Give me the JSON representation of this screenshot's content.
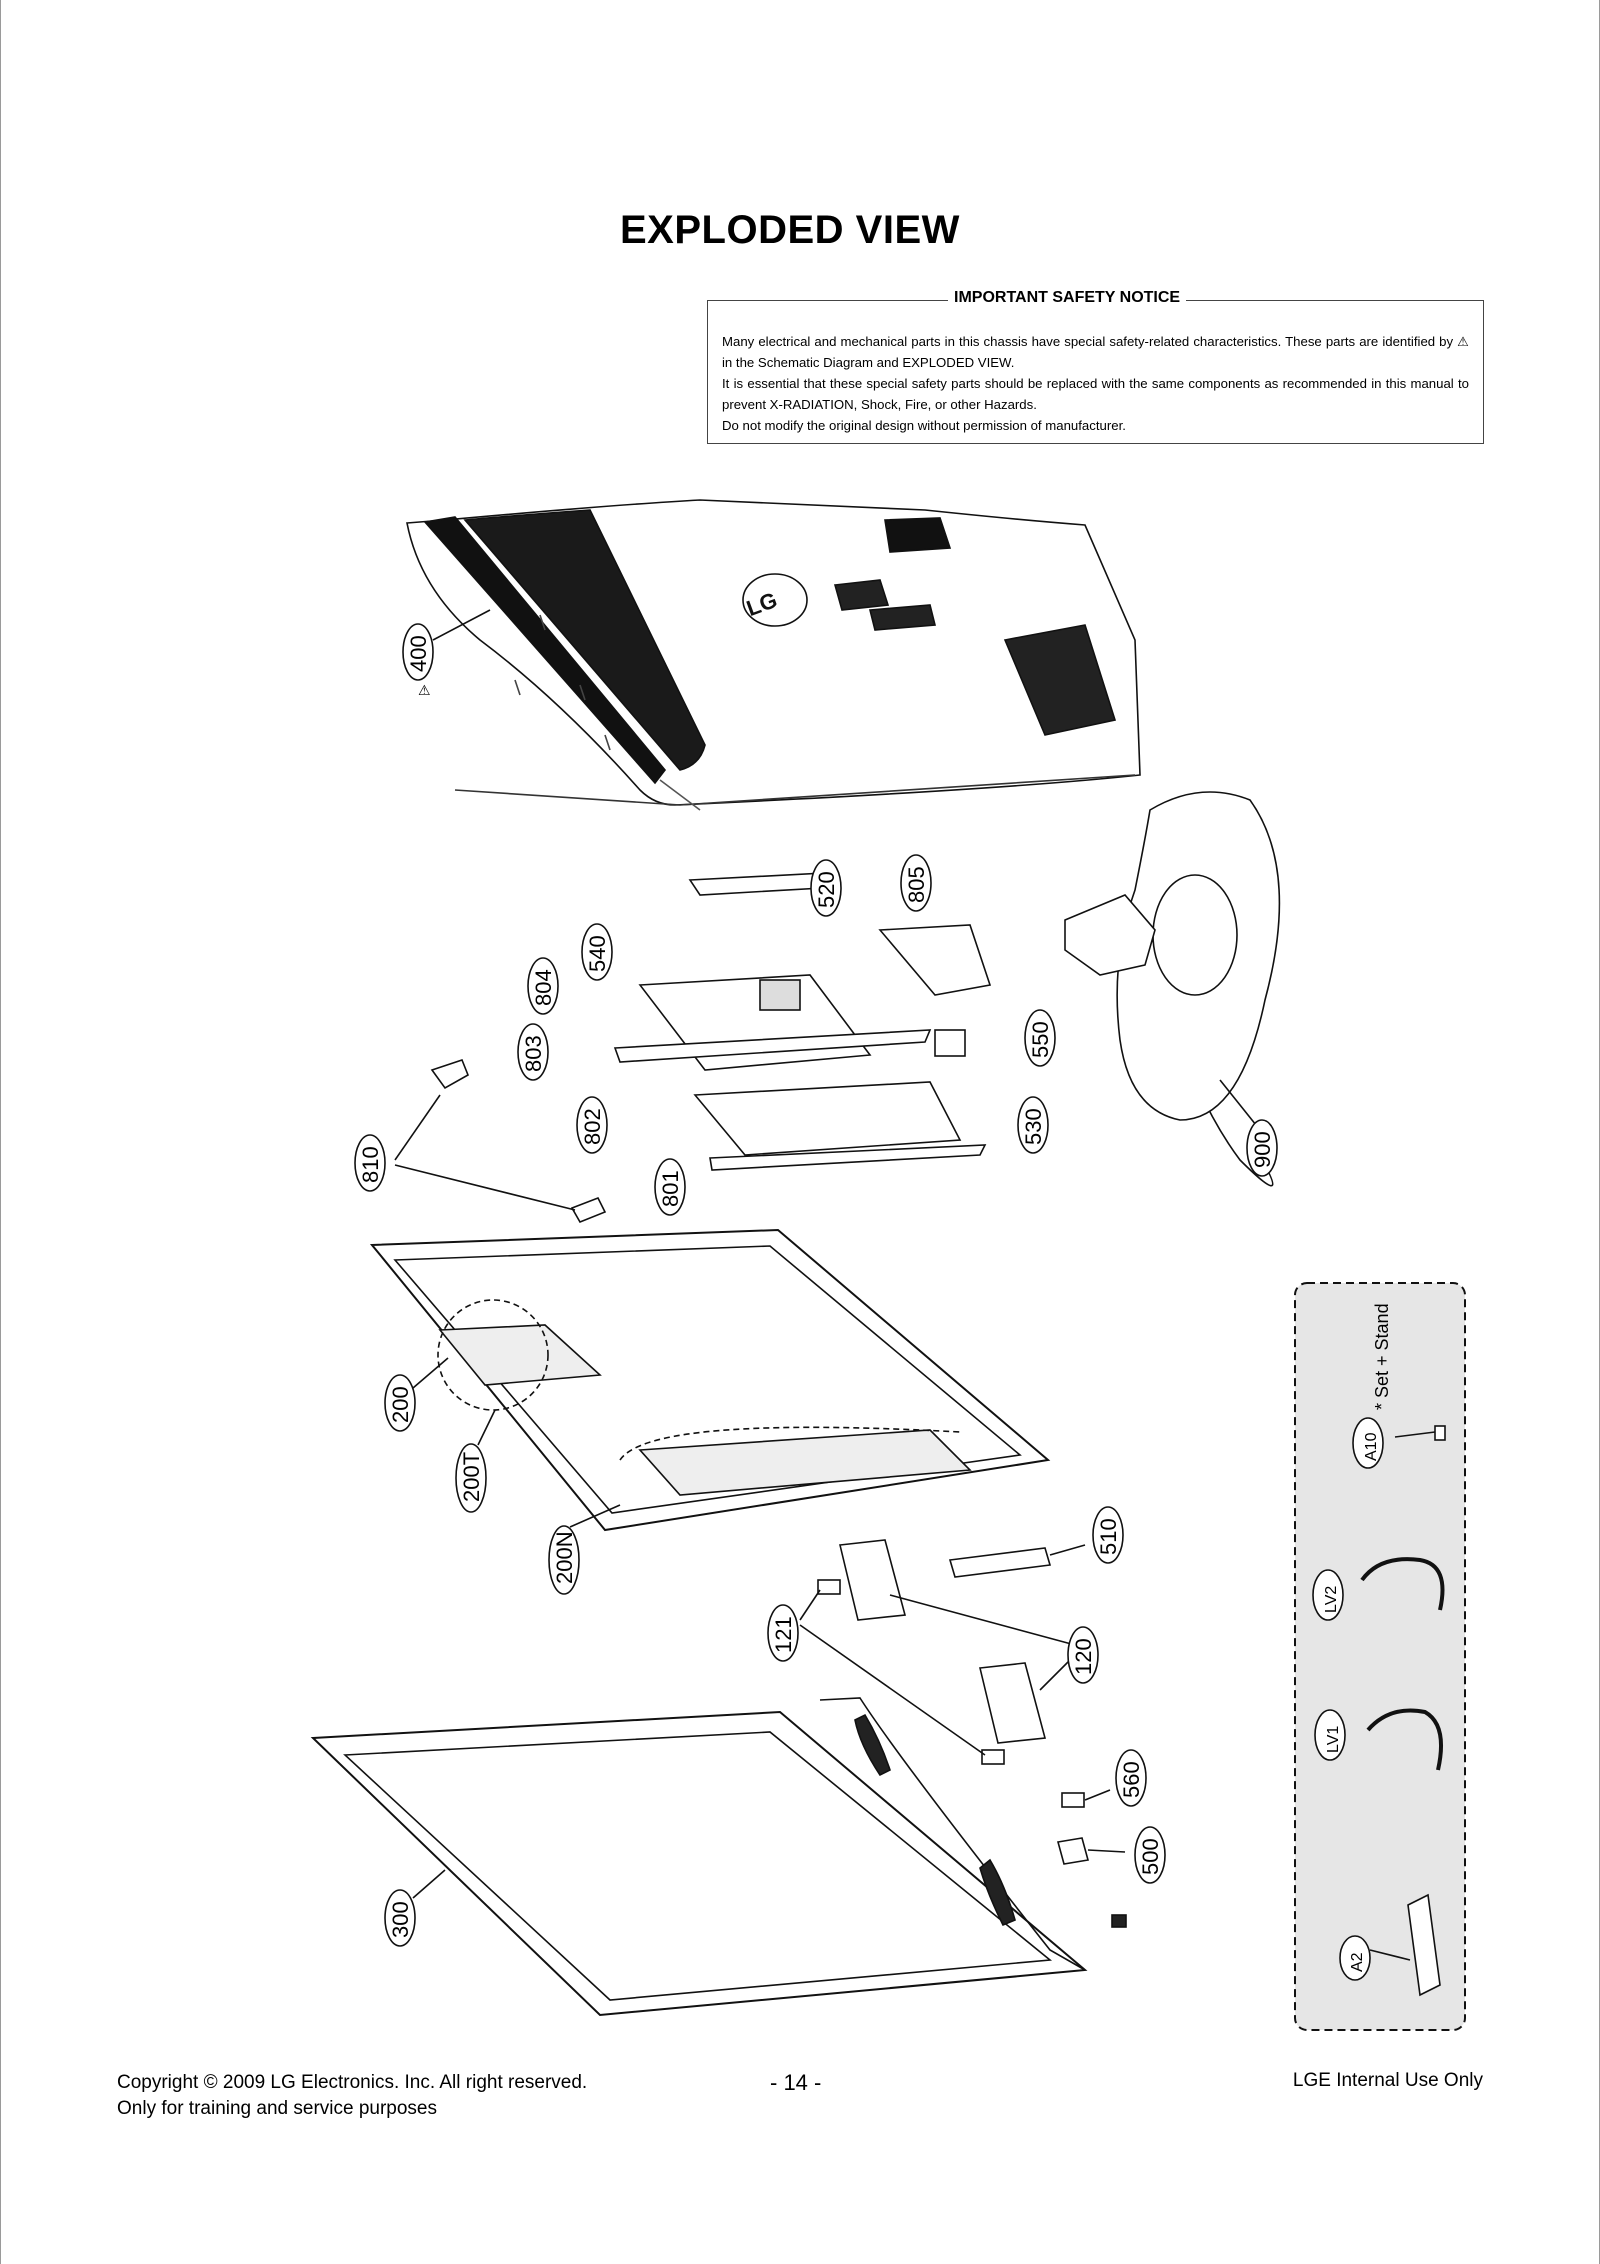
{
  "title": "EXPLODED VIEW",
  "safety_notice": {
    "heading": "IMPORTANT SAFETY NOTICE",
    "lines": [
      "Many electrical and mechanical parts in this chassis have special safety-related characteristics. These parts are identified by ⚠ in the Schematic Diagram and EXPLODED VIEW.",
      "It is essential that these special safety parts should be replaced with the same components as recommended in this manual to prevent X-RADIATION, Shock, Fire, or other Hazards.",
      "Do not modify the original design without permission of manufacturer."
    ]
  },
  "parts": {
    "p400": "400",
    "p520": "520",
    "p805": "805",
    "p540": "540",
    "p804": "804",
    "p803": "803",
    "p550": "550",
    "p802": "802",
    "p530": "530",
    "p801": "801",
    "p810": "810",
    "p900": "900",
    "p200": "200",
    "p200T": "200T",
    "p200N": "200N",
    "p510": "510",
    "p121": "121",
    "p120": "120",
    "p560": "560",
    "p500": "500",
    "p300": "300",
    "pA10": "A10",
    "pLV2": "LV2",
    "pLV1": "LV1",
    "pA2": "A2"
  },
  "accessory_note": "* Set + Stand",
  "brand_mark": "LG",
  "footer": {
    "copyright_line": "Copyright © 2009 LG Electronics. Inc. All right reserved.",
    "training_line": "Only for training and service purposes",
    "page_number": "- 14 -",
    "internal_use": "LGE Internal Use Only"
  }
}
